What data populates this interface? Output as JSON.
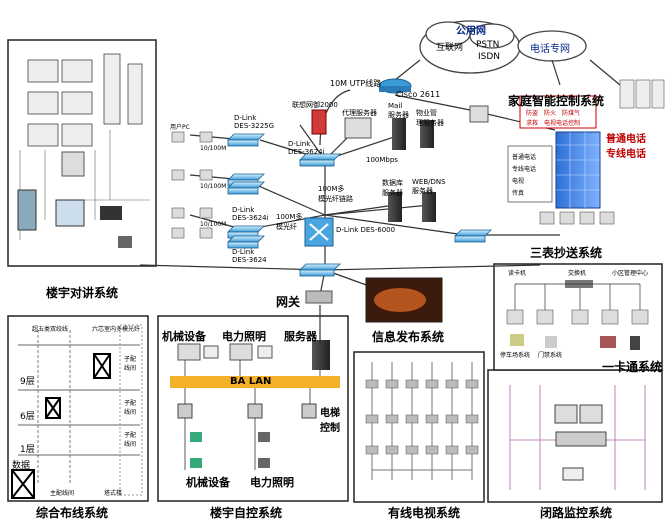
{
  "wan": {
    "public_net": "公用网",
    "internet": "互联网",
    "pstn": "PSTN",
    "isdn": "ISDN",
    "phone_line": "电话专网",
    "utp_link": "10M UTP线路",
    "router": "Cisco 2611"
  },
  "core": {
    "firewall": "联想网御2000",
    "proxy_server": "代理服务器",
    "mail_server": "Mail\n服务器",
    "property_server": "物业管\n理服务器",
    "switch_3624_top": "D-Link\nDES-3624i",
    "link_100m": "100Mbps",
    "fiber_link": "100M多\n模光纤链路",
    "database_server": "数据库\n服务器",
    "web_dns_server": "WEB/DNS\n服务器",
    "core_switch": "D-Link DES-6000",
    "fiber_link2": "100M多\n模光纤"
  },
  "access": {
    "user_pc": "用户PC",
    "switch_3225": "D-Link\nDES-3225G",
    "speed_1": "10/100M",
    "speed_2": "10/100M",
    "speed_3": "10/100M",
    "switch_3624a": "D-Link\nDES-3624i",
    "switch_3624b": "D-Link\nDES-3624"
  },
  "home_control": {
    "title": "家庭智能控制系统",
    "features": [
      "防盗",
      "防火",
      "防煤气",
      "求救",
      "电视电话控制"
    ],
    "normal_phone": "普通电话\n专线电话",
    "items": [
      "普通电话",
      "专线电话",
      "电视",
      "传真"
    ]
  },
  "meter": {
    "title": "三表抄送系统"
  },
  "intercom": {
    "title": "楼宇对讲系统"
  },
  "gateway": {
    "title": "网关"
  },
  "info": {
    "title": "信息发布系统"
  },
  "cabling": {
    "title": "综合布线系统",
    "floors": [
      "9层",
      "6层",
      "1层"
    ],
    "data": "数据",
    "trunk_voice": "超五类双绞线",
    "trunk_fiber": "六芯室内多模光纤",
    "sub_1": "子配\n线间",
    "sub_2": "子配\n线间",
    "sub_3": "子配\n线间",
    "main": "主配线间",
    "main2": "塔式楼"
  },
  "automation": {
    "title": "楼宇自控系统",
    "mech": "机械设备",
    "light": "电力照明",
    "server": "服务器",
    "bus": "BA LAN",
    "elevator": "电梯\n控制",
    "mech2": "机械设备",
    "light2": "电力照明"
  },
  "catv": {
    "title": "有线电视系统"
  },
  "cctv": {
    "title": "闭路监控系统"
  },
  "card": {
    "title": "一卡通系统",
    "reader": "读卡机",
    "exchanger": "交换机",
    "center": "小区管理中心",
    "parking": "停车场系统",
    "gate": "门禁系统"
  },
  "colors": {
    "bus": "#f5b02a",
    "building": "#4a88e8",
    "firewall": "#d23a3a",
    "switch": "#64b6e8"
  }
}
